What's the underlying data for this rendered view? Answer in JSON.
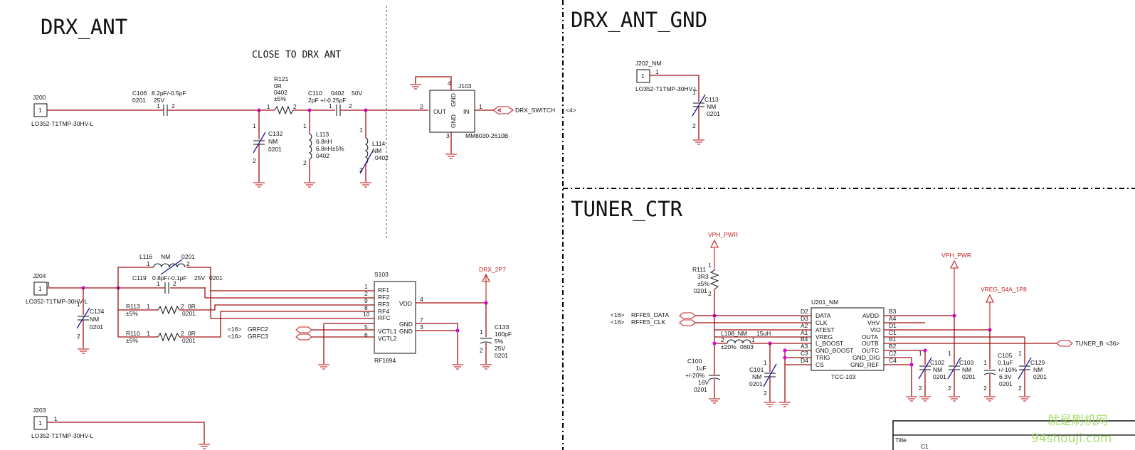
{
  "sections": {
    "drx_ant": "DRX_ANT",
    "drx_ant_gnd": "DRX_ANT_GND",
    "tuner_ctr": "TUNER_CTR",
    "close_note": "CLOSE TO DRX ANT"
  },
  "components": {
    "j200": {
      "ref": "J200",
      "pin": "1",
      "part": "LO352-T1TMP-30HV-L"
    },
    "c106": {
      "ref": "C106",
      "val": "8.2pF/-0.5pF",
      "pkg": "0201",
      "volt": "25V",
      "p1": "1",
      "p2": "2"
    },
    "r121": {
      "ref": "R121",
      "val": "0R",
      "pkg": "0402",
      "tol": "±5%",
      "p1": "1",
      "p2": "2"
    },
    "c110": {
      "ref": "C110",
      "pkg": "0402",
      "volt": "50V",
      "val": "2pF +/-0.25pF",
      "p1": "1",
      "p2": "2"
    },
    "c132": {
      "ref": "C132",
      "val": "NM",
      "pkg": "0201",
      "p1": "1",
      "p2": "2"
    },
    "l113": {
      "ref": "L113",
      "val": "6.8nH",
      "val2": "6.8nH±5%",
      "pkg": "0402",
      "p1": "1",
      "p2": "2"
    },
    "l114": {
      "ref": "L114",
      "val": "NM",
      "pkg": "0402",
      "p1": "1",
      "p2": "2"
    },
    "j103": {
      "ref": "J103",
      "part": "MM8030-2610B",
      "out": "OUT",
      "in": "IN",
      "gnd": "GND",
      "p1": "1",
      "p2": "2",
      "p3": "3",
      "p4": "4"
    },
    "drx_switch": {
      "net": "DRX_SWITCH",
      "page": "<4>"
    },
    "j202": {
      "ref": "J202_NM",
      "pin": "1",
      "part": "LO352-T1TMP-30HV-L"
    },
    "c113": {
      "ref": "C113",
      "val": "NM",
      "pkg": "0201",
      "p1": "1",
      "p2": "2"
    },
    "j204": {
      "ref": "J204",
      "pin": "1",
      "part": "LO352-T1TMP-30HV-L"
    },
    "c134": {
      "ref": "C134",
      "val": "NM",
      "pkg": "0201",
      "p1": "1",
      "p2": "2"
    },
    "l116": {
      "ref": "L116",
      "val": "NM",
      "pkg": "0201",
      "p1": "1",
      "p2": "2"
    },
    "c119": {
      "ref": "C119",
      "val": "0.8pF/-0.1pF",
      "volt": "25V",
      "pkg": "0201",
      "p1": "1",
      "p2": "2"
    },
    "r113": {
      "ref": "R113",
      "tol": "±5%",
      "val": "0R",
      "pkg": "0201",
      "p1": "1",
      "p2": "2"
    },
    "r110": {
      "ref": "R110",
      "tol": "±5%",
      "val": "0R",
      "pkg": "0201",
      "p1": "1",
      "p2": "2"
    },
    "s103": {
      "ref": "S103",
      "part": "RF1694",
      "pins": [
        "RF1",
        "RF2",
        "RF3",
        "RF4",
        "RFC",
        "VDD",
        "GND",
        "GND",
        "VCTL1",
        "VCTL2"
      ],
      "nums": [
        "1",
        "2",
        "9",
        "8",
        "10",
        "4",
        "7",
        "3",
        "5",
        "6"
      ]
    },
    "grfc2": {
      "net": "GRFC2",
      "page": "<16>"
    },
    "grfc3": {
      "net": "GRFC3",
      "page": "<16>"
    },
    "drx_2p7": {
      "net": "DRX_2P7"
    },
    "c133": {
      "ref": "C133",
      "val": "100pF",
      "tol": "5%",
      "volt": "25V",
      "pkg": "0201",
      "p1": "1",
      "p2": "2"
    },
    "j203": {
      "ref": "J203",
      "pin": "1",
      "part": "LO352-T1TMP-30HV-L"
    },
    "vph_pwr": {
      "net": "VPH_PWR"
    },
    "vreg": {
      "net": "VREG_S4A_1P8"
    },
    "r111": {
      "ref": "R111",
      "val": "3R3",
      "tol": "±5%",
      "pkg": "0201",
      "p1": "1",
      "p2": "2"
    },
    "rffe_data": {
      "net": "RFFE5_DATA",
      "page": "<16>"
    },
    "rffe_clk": {
      "net": "RFFE5_CLK",
      "page": "<16>"
    },
    "l108": {
      "ref": "L108_NM",
      "val": "15uH",
      "tol": "±20%",
      "pkg": "0603",
      "p1": "1",
      "p2": "2"
    },
    "c100": {
      "ref": "C100",
      "val": "1uF",
      "tol": "+/-20%",
      "volt": "16V",
      "pkg": "0201"
    },
    "c101": {
      "ref": "C101",
      "val": "NM",
      "pkg": "0201",
      "p1": "1",
      "p2": "2"
    },
    "u201": {
      "ref": "U201_NM",
      "part": "TCC-103",
      "left_pins": [
        "DATA",
        "CLK",
        "ATEST",
        "VREG",
        "L_BOOST",
        "GND_BOOST",
        "TRIG",
        "CS"
      ],
      "left_nums": [
        "D2",
        "D3",
        "A2",
        "A1",
        "B4",
        "A3",
        "C3",
        "D4"
      ],
      "right_pins": [
        "AVDD",
        "VHV",
        "VIO",
        "OUTA",
        "OUTB",
        "OUTC",
        "GND_DIG",
        "GND_REF"
      ],
      "right_nums": [
        "B3",
        "A4",
        "D1",
        "C1",
        "B1",
        "B2",
        "C2",
        "C4"
      ]
    },
    "c102": {
      "ref": "C102",
      "val": "NM",
      "pkg": "0201",
      "p1": "1",
      "p2": "2"
    },
    "c103": {
      "ref": "C103",
      "val": "NM",
      "pkg": "0201",
      "p1": "1",
      "p2": "2"
    },
    "c105": {
      "ref": "C105",
      "val": "0.1uF",
      "tol": "+/-10%",
      "volt": "6.3V",
      "pkg": "0201",
      "p1": "1",
      "p2": "2"
    },
    "c129": {
      "ref": "C129",
      "val": "NM",
      "pkg": "0201",
      "p1": "1",
      "p2": "2"
    },
    "tuner_b": {
      "net": "TUNER_B",
      "page": "<36>"
    }
  },
  "title_block": {
    "label": "Title",
    "value": "C1"
  },
  "watermark": {
    "line1": "94shouji.com",
    "line2": "就是刷机网"
  }
}
